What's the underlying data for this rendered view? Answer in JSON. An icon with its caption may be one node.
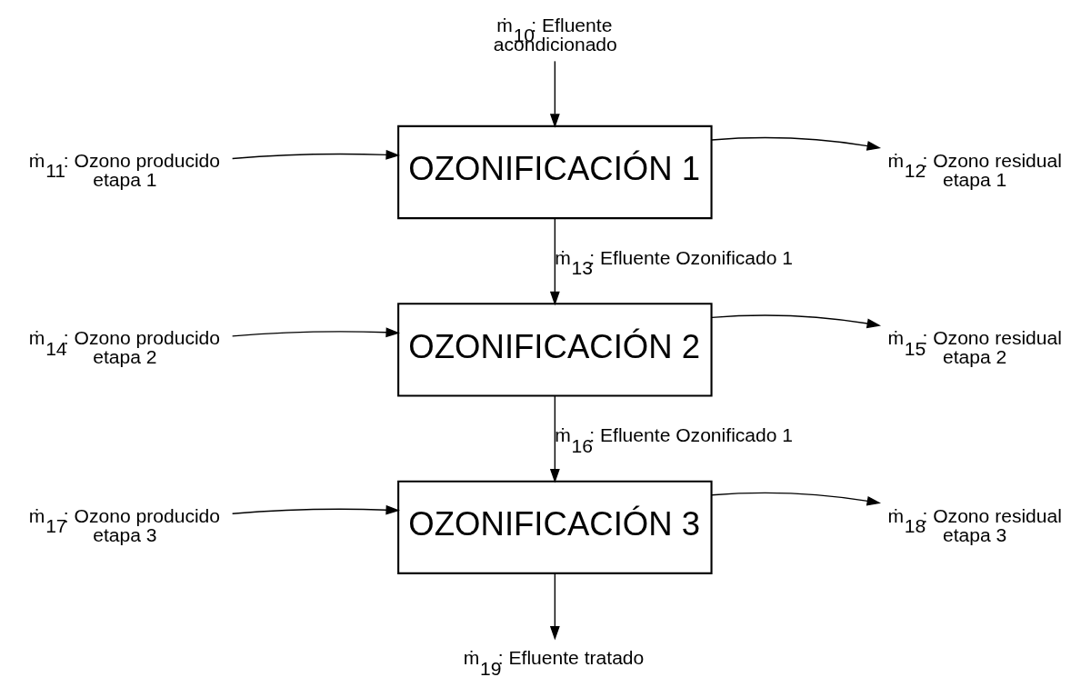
{
  "diagram": {
    "nodes": [
      {
        "text": [
          "ṁ$_{10}$: Efluente acondicionado"
        ]
      },
      {
        "text": [
          "ṁ$_{11}$: Ozono producido etapa 1"
        ]
      },
      {
        "text": [
          "OZONIFICACIÓN 1"
        ]
      },
      {
        "text": [
          "ṁ$_{12}$: Ozono residual etapa 1"
        ]
      },
      {
        "text": [
          "ṁ$_{14}$: Ozono producido etapa 2"
        ]
      },
      {
        "text": [
          "OZONIFICACIÓN 2"
        ]
      },
      {
        "text": [
          "ṁ$_{15}$: Ozono residual etapa 2"
        ]
      },
      {
        "text": [
          "ṁ$_{17}$: Ozono producido etapa 3"
        ]
      },
      {
        "text": [
          "OZONIFICACIÓN 3"
        ]
      },
      {
        "text": [
          "ṁ$_{18}$: Ozono residual etapa 3"
        ]
      },
      {
        "text": [
          "ṁ$_{19}$: Efluente tratado"
        ]
      }
    ],
    "edges": [
      {
        "from": 0,
        "to": 2,
        "arrow": "to"
      },
      {
        "from": 1,
        "to": 2,
        "arrow": "to"
      },
      {
        "from": 2,
        "to": 3,
        "arrow": "to"
      },
      {
        "from": 2,
        "to": 5,
        "arrow": "to",
        "label": "ṁ$_{13}$: Efluente Ozonificado 1"
      },
      {
        "from": 4,
        "to": 5,
        "arrow": "to"
      },
      {
        "from": 5,
        "to": 6,
        "arrow": "to"
      },
      {
        "from": 5,
        "to": 8,
        "arrow": "to",
        "label": "ṁ$_{16}$: Efluente Ozonificado 1"
      },
      {
        "from": 7,
        "to": 8,
        "arrow": "to"
      },
      {
        "from": 8,
        "to": 9,
        "arrow": "to"
      },
      {
        "from": 8,
        "to": 10,
        "arrow": "to"
      }
    ]
  }
}
